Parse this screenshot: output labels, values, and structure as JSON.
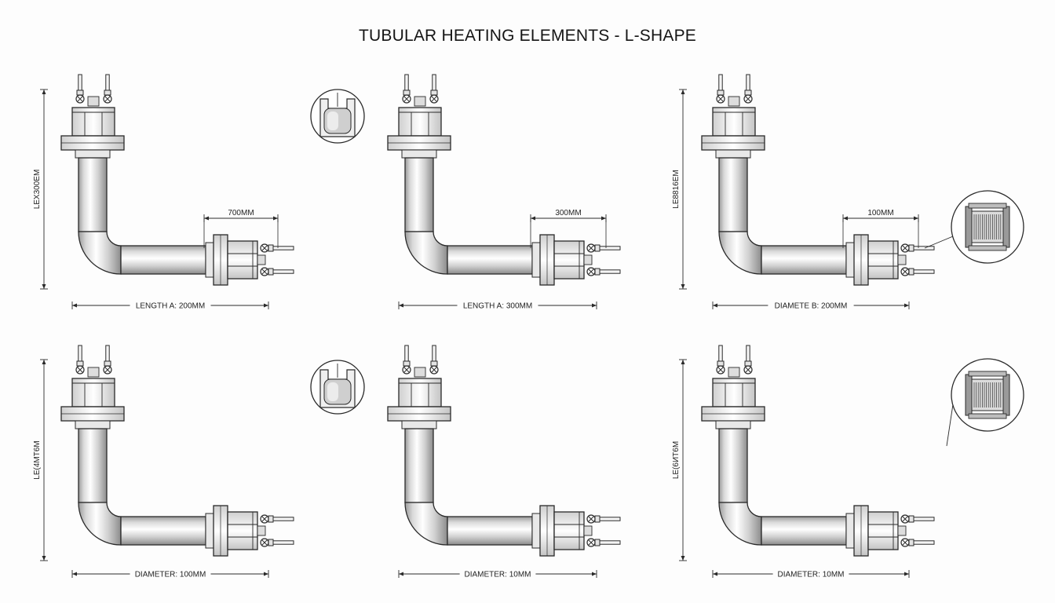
{
  "title": "TUBULAR HEATING ELEMENTS - L-SHAPE",
  "panels": [
    {
      "vertical_label": "LEX300EM",
      "horizontal_dim": "700MM",
      "bottom_dim": "LENGTH A: 200MM",
      "inset": "none"
    },
    {
      "vertical_label": "",
      "horizontal_dim": "300MM",
      "bottom_dim": "LENGTH A: 300MM",
      "inset": "cross-section-left"
    },
    {
      "vertical_label": "LE8816EM",
      "horizontal_dim": "100MM",
      "bottom_dim": "DIAMETE B: 200MM",
      "inset": "coil-right"
    },
    {
      "vertical_label": "LE(4MT6M",
      "horizontal_dim": "",
      "bottom_dim": "DIAMETER: 100MM",
      "inset": "none"
    },
    {
      "vertical_label": "",
      "horizontal_dim": "",
      "bottom_dim": "DIAMETER: 10MM",
      "inset": "cross-section-left"
    },
    {
      "vertical_label": "LE(6ИТ6M",
      "horizontal_dim": "",
      "bottom_dim": "DIAMETER: 10MM",
      "inset": "coil-right"
    }
  ],
  "colors": {
    "line": "#2a2a2a",
    "tube_highlight": "#ffffff",
    "tube_shade": "#b8b8b8",
    "background": "#fdfdfd"
  }
}
